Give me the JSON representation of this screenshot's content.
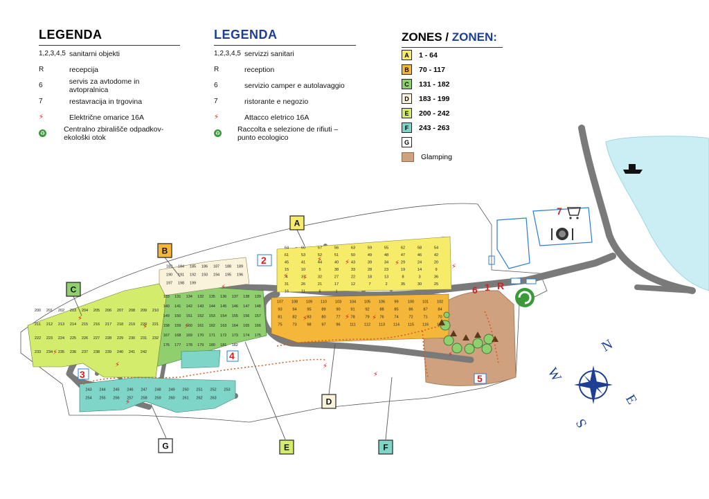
{
  "legend_sl": {
    "title": "LEGENDA",
    "items": [
      {
        "key": "1,2,3,4,5",
        "label": "sanitarni objekti"
      },
      {
        "key": "R",
        "label": "recepcija"
      },
      {
        "key": "6",
        "label": "servis za avtodome in avtopralnica"
      },
      {
        "key": "7",
        "label": "restavracija in trgovina"
      },
      {
        "key": "⚡",
        "label": "Električne omarice 16A"
      },
      {
        "key": "♻",
        "label": "Centralno zbirališče odpadkov-ekološki otok"
      }
    ]
  },
  "legend_it": {
    "title": "LEGENDA",
    "items": [
      {
        "key": "1,2,3,4,5",
        "label": "servizzi sanitari"
      },
      {
        "key": "R",
        "label": "reception"
      },
      {
        "key": "6",
        "label": "servizio camper e autolavaggio"
      },
      {
        "key": "7",
        "label": "ristorante e negozio"
      },
      {
        "key": "⚡",
        "label": "Attacco eletrico 16A"
      },
      {
        "key": "♻",
        "label": "Raccolta e selezione de rifiuti – punto ecologico"
      }
    ]
  },
  "zones": {
    "title_a": "ZONES",
    "sep": " / ",
    "title_b": "ZONEN:",
    "items": [
      {
        "code": "A",
        "range": "1 - 64",
        "color": "#f6ec6a"
      },
      {
        "code": "B",
        "range": "70 - 117",
        "color": "#f5b73a"
      },
      {
        "code": "C",
        "range": "131 - 182",
        "color": "#8fcf6e"
      },
      {
        "code": "D",
        "range": "183 - 199",
        "color": "#faf3dc"
      },
      {
        "code": "E",
        "range": "200 - 242",
        "color": "#d4ec6c"
      },
      {
        "code": "F",
        "range": "243 - 263",
        "color": "#7fd6c8"
      },
      {
        "code": "G",
        "range": "",
        "color": "#ffffff"
      }
    ],
    "glamping_label": "Glamping",
    "glamping_color": "#cfa17e"
  },
  "map": {
    "zone_labels": [
      "A",
      "B",
      "C",
      "D",
      "E",
      "F",
      "G"
    ],
    "facility_labels": [
      "1",
      "2",
      "3",
      "4",
      "5",
      "6",
      "7",
      "R"
    ],
    "compass": {
      "n": "N",
      "e": "E",
      "s": "S",
      "w": "W"
    },
    "plot_numbers": {
      "A": [
        "64",
        "60",
        "57",
        "56",
        "63",
        "59",
        "55",
        "62",
        "58",
        "54",
        "61",
        "53",
        "52",
        "51",
        "50",
        "49",
        "48",
        "47",
        "46",
        "42",
        "45",
        "41",
        "44",
        "40",
        "43",
        "39",
        "34",
        "29",
        "24",
        "20",
        "15",
        "10",
        "5",
        "38",
        "33",
        "28",
        "23",
        "19",
        "14",
        "9",
        "4",
        "37",
        "32",
        "27",
        "22",
        "18",
        "13",
        "8",
        "3",
        "36",
        "31",
        "26",
        "21",
        "17",
        "12",
        "7",
        "2",
        "35",
        "30",
        "25",
        "16",
        "11",
        "6",
        "1"
      ],
      "B": [
        "107",
        "108",
        "109",
        "110",
        "103",
        "104",
        "105",
        "106",
        "99",
        "100",
        "101",
        "102",
        "93",
        "94",
        "95",
        "89",
        "90",
        "91",
        "92",
        "88",
        "85",
        "86",
        "87",
        "84",
        "81",
        "82",
        "83",
        "80",
        "77",
        "78",
        "79",
        "76",
        "74",
        "72",
        "71",
        "70",
        "75",
        "73",
        "98",
        "97",
        "96",
        "111",
        "112",
        "113",
        "114",
        "115",
        "116",
        "117"
      ],
      "C": [
        "133",
        "131",
        "134",
        "132",
        "135",
        "136",
        "137",
        "138",
        "139",
        "140",
        "141",
        "142",
        "143",
        "144",
        "145",
        "146",
        "147",
        "148",
        "149",
        "150",
        "151",
        "152",
        "153",
        "154",
        "155",
        "156",
        "157",
        "158",
        "159",
        "160",
        "161",
        "162",
        "163",
        "164",
        "165",
        "166",
        "167",
        "168",
        "169",
        "170",
        "171",
        "172",
        "173",
        "174",
        "175",
        "176",
        "177",
        "178",
        "179",
        "180",
        "181",
        "182"
      ],
      "D": [
        "183",
        "184",
        "185",
        "186",
        "187",
        "188",
        "189",
        "190",
        "191",
        "192",
        "193",
        "194",
        "195",
        "196",
        "197",
        "198",
        "199"
      ],
      "E": [
        "200",
        "201",
        "202",
        "203",
        "204",
        "205",
        "206",
        "207",
        "208",
        "209",
        "210",
        "211",
        "212",
        "213",
        "214",
        "215",
        "216",
        "217",
        "218",
        "219",
        "220",
        "221",
        "222",
        "223",
        "224",
        "225",
        "226",
        "227",
        "228",
        "229",
        "230",
        "231",
        "232",
        "233",
        "234",
        "235",
        "236",
        "237",
        "238",
        "239",
        "240",
        "241",
        "242"
      ],
      "F": [
        "243",
        "244",
        "245",
        "246",
        "247",
        "248",
        "249",
        "250",
        "251",
        "252",
        "253",
        "254",
        "255",
        "256",
        "257",
        "258",
        "259",
        "260",
        "261",
        "262",
        "263"
      ]
    }
  },
  "colors": {
    "road": "#7a7a7a",
    "sea": "#cbeef5",
    "red": "#d42020",
    "blue": "#1c3f95",
    "eco": "#3a9a3a"
  }
}
